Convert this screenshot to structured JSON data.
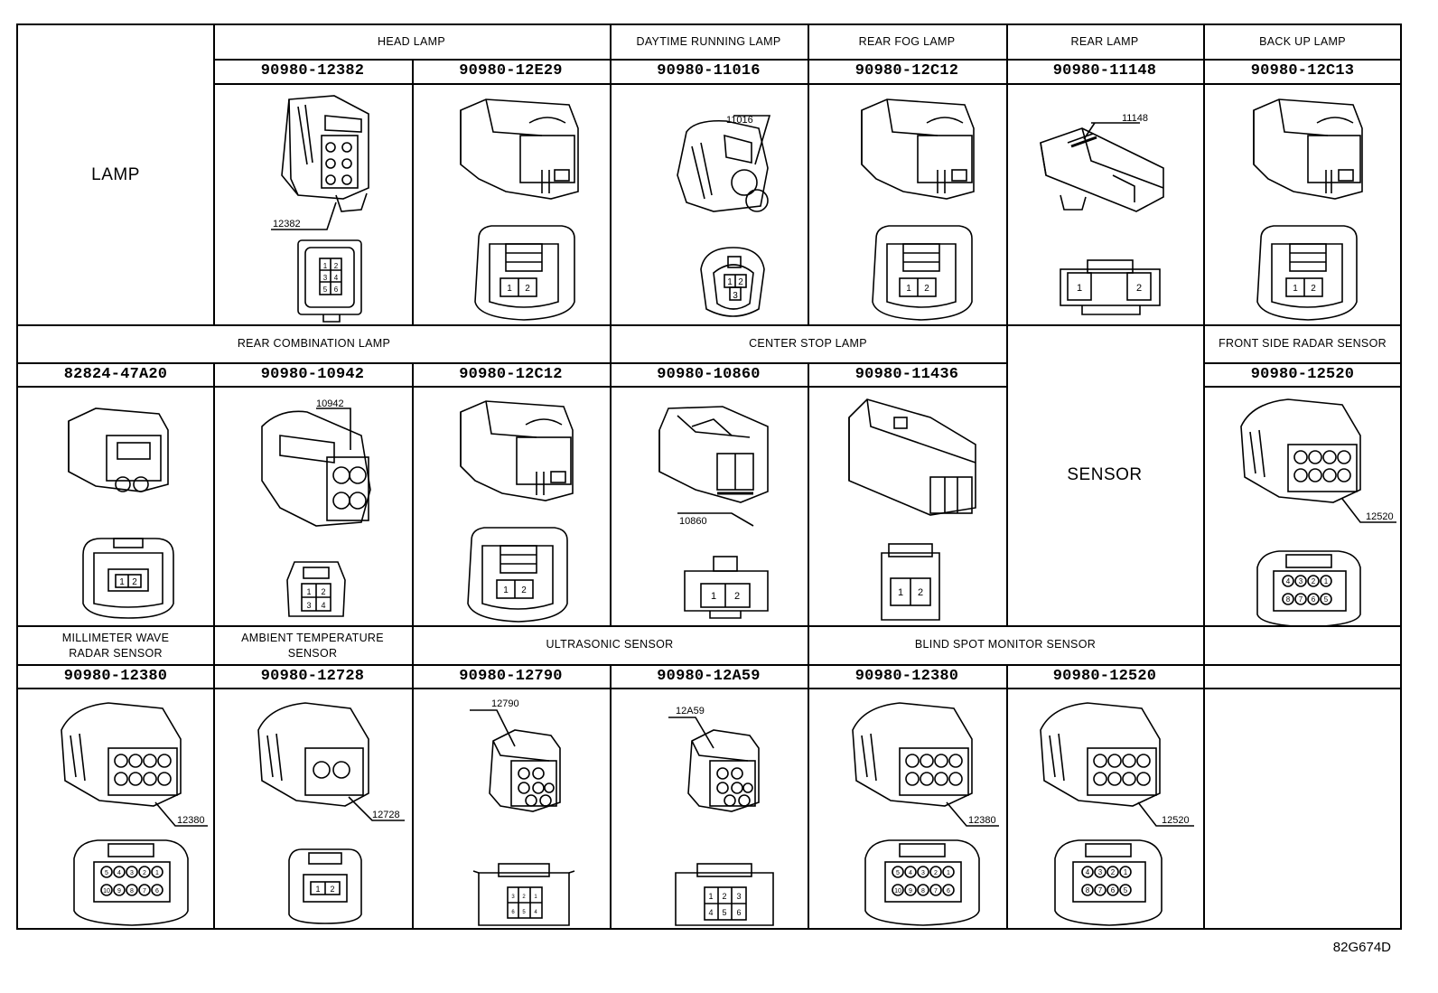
{
  "figure_id": "82G674D",
  "groups": {
    "lamp": "LAMP",
    "sensor": "SENSOR"
  },
  "row1": {
    "titles": {
      "head_lamp": "HEAD LAMP",
      "drl": "DAYTIME RUNNING LAMP",
      "rear_fog": "REAR FOG LAMP",
      "rear_lamp": "REAR LAMP",
      "back_up": "BACK UP LAMP"
    },
    "parts": [
      "90980-12382",
      "90980-12E29",
      "90980-11016",
      "90980-12C12",
      "90980-11148",
      "90980-12C13"
    ],
    "callouts": [
      "12382",
      "",
      "11016",
      "",
      "11148",
      ""
    ]
  },
  "row2": {
    "titles": {
      "rear_combination": "REAR COMBINATION LAMP",
      "center_stop": "CENTER STOP LAMP",
      "front_side_radar": "FRONT SIDE RADAR SENSOR"
    },
    "parts": [
      "82824-47A20",
      "90980-10942",
      "90980-12C12",
      "90980-10860",
      "90980-11436",
      "90980-12520"
    ],
    "callouts": [
      "",
      "10942",
      "",
      "10860",
      "",
      "12520"
    ]
  },
  "row3": {
    "titles": {
      "mm_wave_1": "MILLIMETER WAVE",
      "mm_wave_2": "RADAR SENSOR",
      "ambient_1": "AMBIENT TEMPERATURE",
      "ambient_2": "SENSOR",
      "ultrasonic": "ULTRASONIC SENSOR",
      "blind_spot": "BLIND SPOT MONITOR SENSOR"
    },
    "parts": [
      "90980-12380",
      "90980-12728",
      "90980-12790",
      "90980-12A59",
      "90980-12380",
      "90980-12520"
    ],
    "callouts": [
      "12380",
      "12728",
      "12790",
      "12A59",
      "12380",
      "12520"
    ]
  },
  "pins": {
    "p1": "1",
    "p2": "2",
    "p3": "3",
    "p4": "4",
    "p5": "5",
    "p6": "6",
    "p7": "7",
    "p8": "8",
    "p9": "9",
    "p10": "10"
  }
}
